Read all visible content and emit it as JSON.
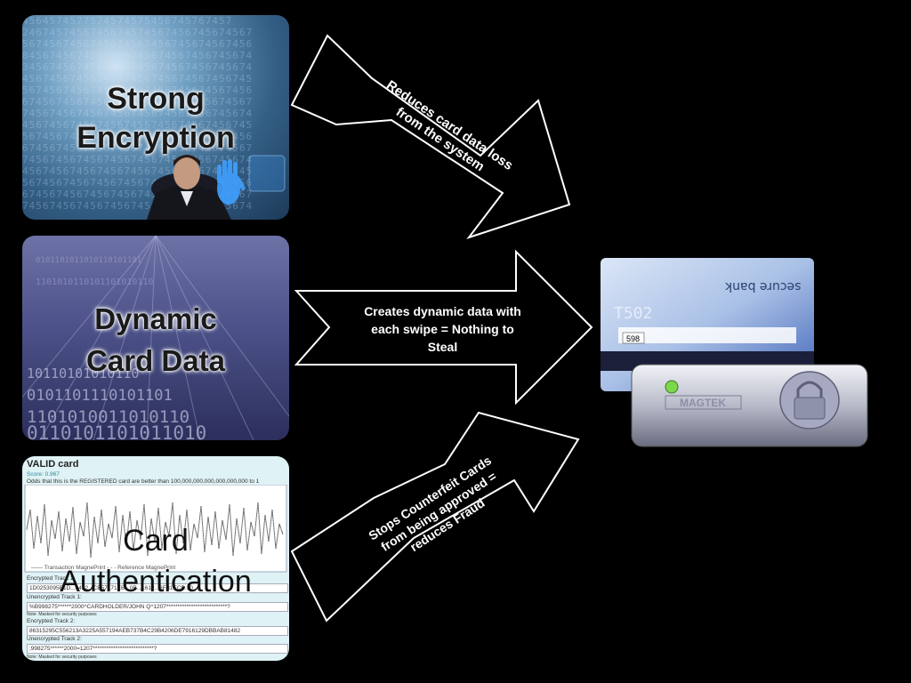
{
  "panels": {
    "encryption": {
      "title_line1": "Strong",
      "title_line2": "Encryption"
    },
    "dynamic": {
      "title_line1": "Dynamic",
      "title_line2": "Card Data"
    },
    "authentication": {
      "title_line1": "Card",
      "title_line2": "Authentication",
      "header": "VALID card",
      "score": "Score: 0.967",
      "odds": "Odds that this is the REGISTERED card are better than 100,000,000,000,000,000,000 to 1",
      "encrypted_track1_label": "Encrypted Track 1:",
      "encrypted_track1_value": "1D0253095E1D...0422...CB57171EB...0B...1612...6FB1ECB...0",
      "unencrypted_track1_label": "Unencrypted Track 1:",
      "unencrypted_track1_value": "%B998275******2000^CARDHOLDER/JOHN  Q^1207***************************?",
      "masked_note_1": "Note: Masked for security purposes",
      "encrypted_track2_label": "Encrypted Track 2:",
      "encrypted_track2_value": "86315295C556213A3225A557194AEB737B4C29B4206DE7916129DBBAB81482",
      "unencrypted_track2_label": "Unencrypted Track 2:",
      "unencrypted_track2_value": ";998275******2000=1207***************************?",
      "masked_note_2": "Note: Masked for security purposes",
      "legend": "—— Transaction MagnePrint   - - - Reference MagnePrint"
    }
  },
  "arrows": {
    "top": {
      "line1": "Reduces card data loss",
      "line2": "from the system"
    },
    "middle": {
      "line1": "Creates dynamic data with",
      "line2": "each swipe = Nothing to",
      "line3": "Steal"
    },
    "bottom": {
      "line1": "Stops Counterfeit Cards",
      "line2": "from being approved =",
      "line3": "reduces Fraud"
    }
  },
  "device": {
    "card_bank_text": "secure bank",
    "card_number_fragment": "T502",
    "card_cvv": "598",
    "reader_brand": "MAGTEK"
  },
  "colors": {
    "background": "#000000",
    "arrow_fill": "#000000",
    "arrow_stroke": "#ffffff",
    "reader_led": "#7bd84a"
  }
}
